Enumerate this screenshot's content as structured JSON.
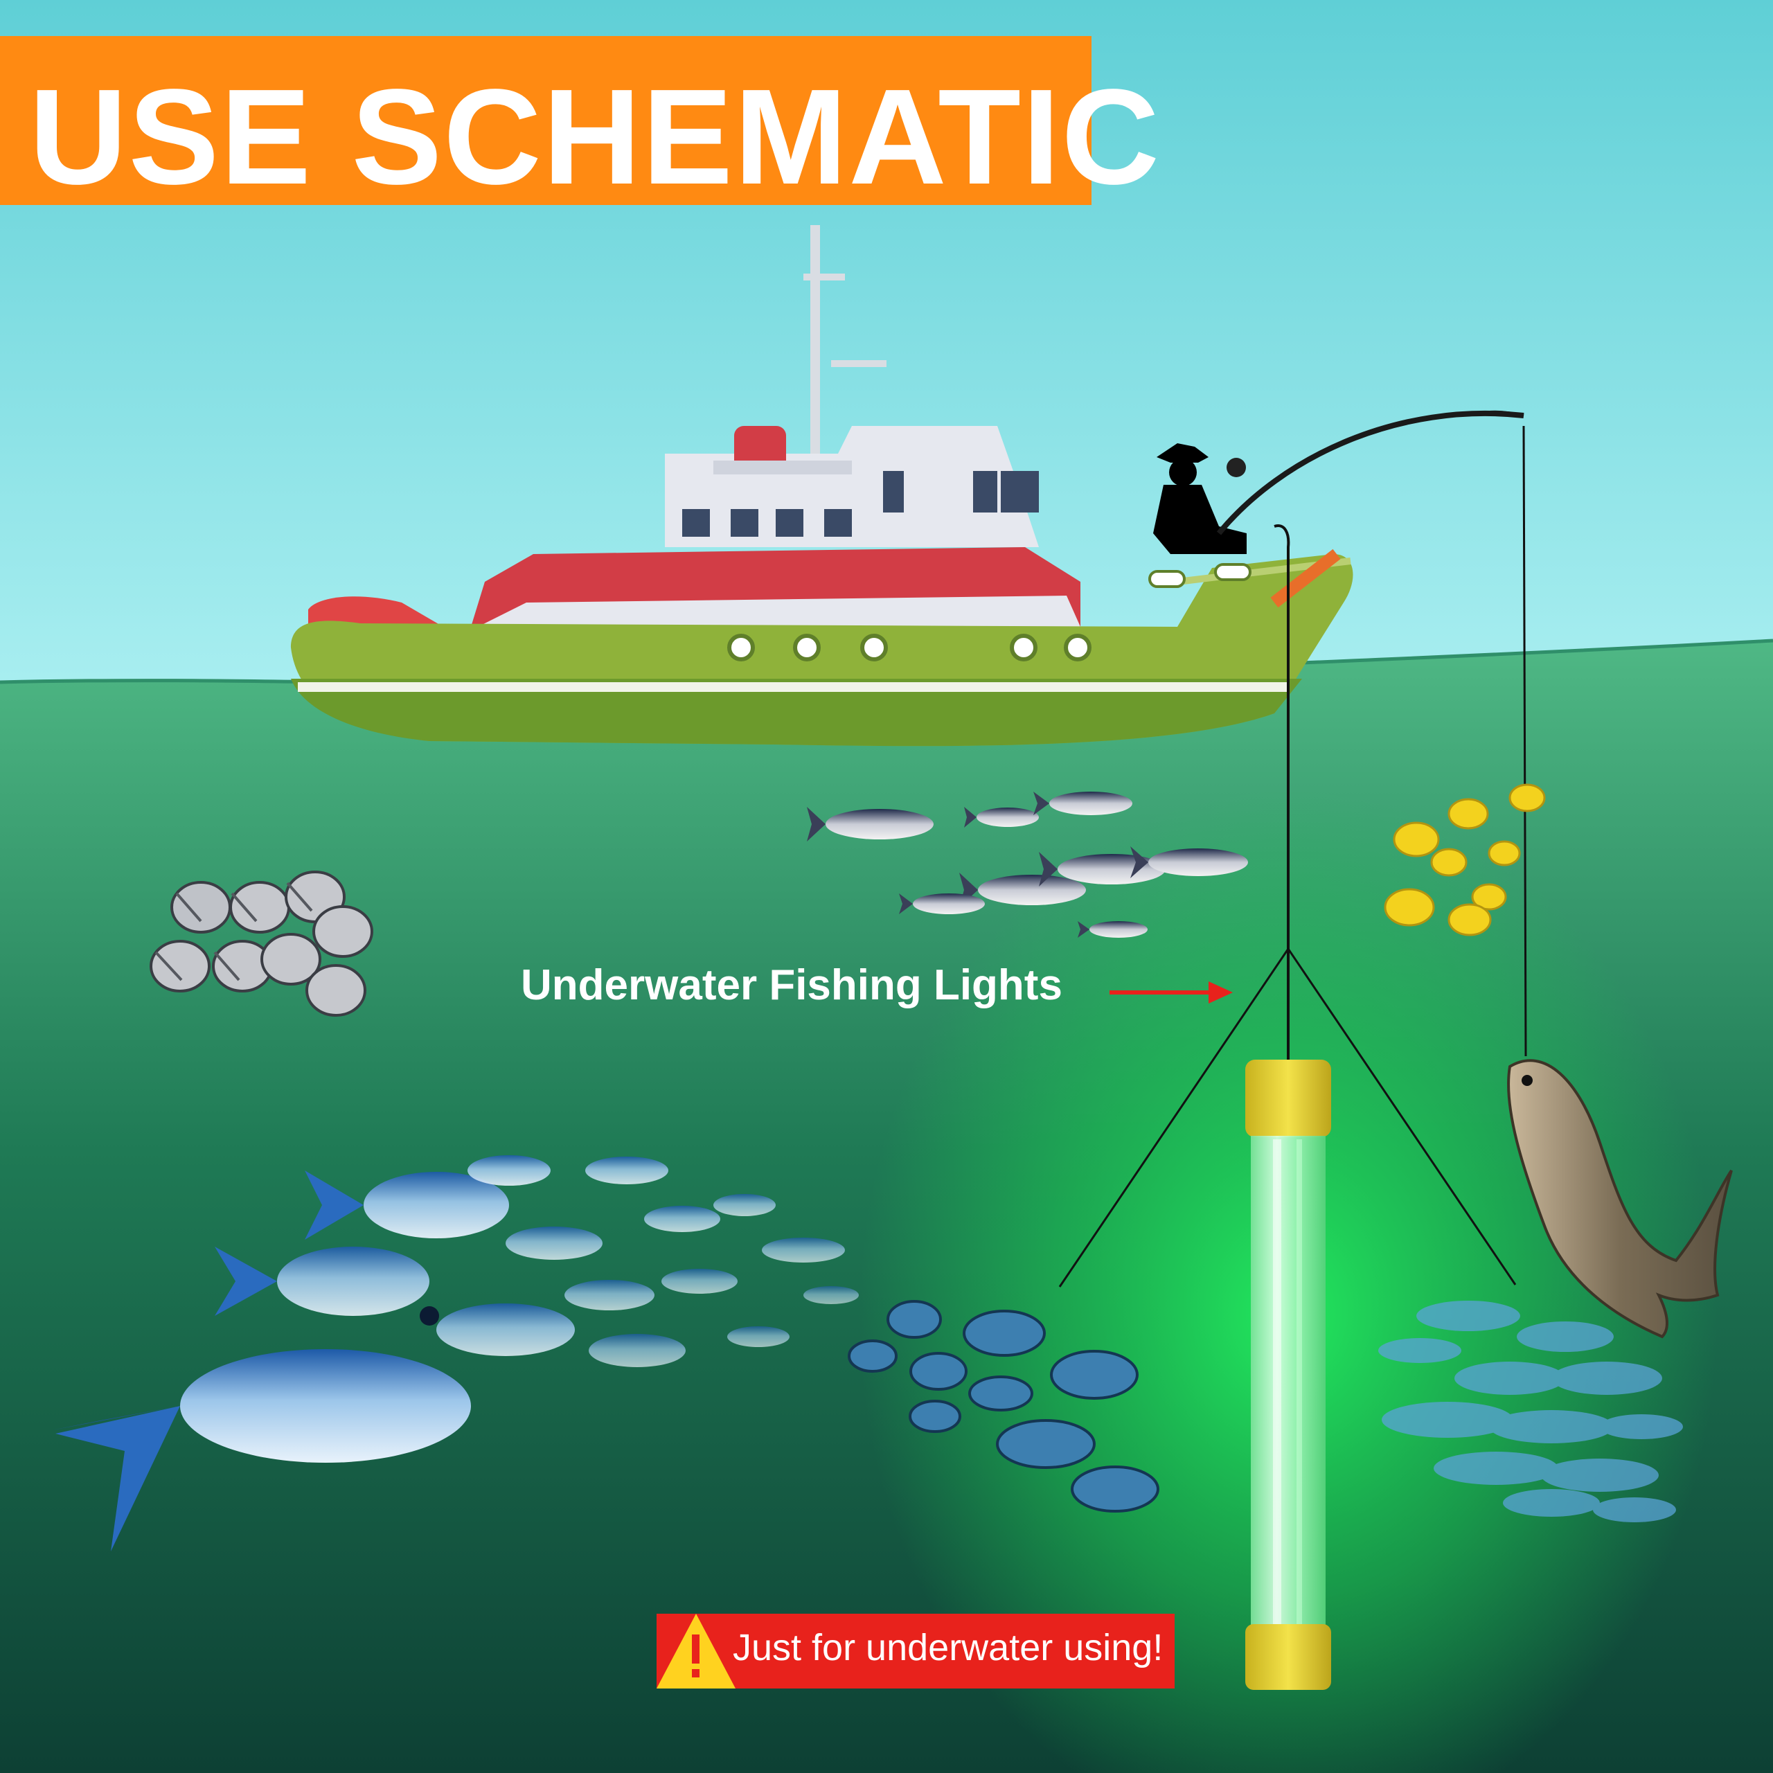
{
  "title": "USE SCHEMATIC",
  "callout": {
    "label": "Underwater Fishing Lights"
  },
  "warning": {
    "text": "Just for underwater using!",
    "icon": "warning-triangle-icon"
  },
  "colors": {
    "banner": "#ff8a12",
    "sky": "#8fe3ea",
    "water_light": "#3fae78",
    "water_deep": "#0f4b3a",
    "light_glow": "#19e85a",
    "cap": "#e8d23a",
    "arrow": "#e8221c",
    "warning_red": "#e8221c",
    "warning_yellow": "#ffd21f",
    "hull_green": "#8fb23a",
    "hull_red": "#d23d46"
  }
}
